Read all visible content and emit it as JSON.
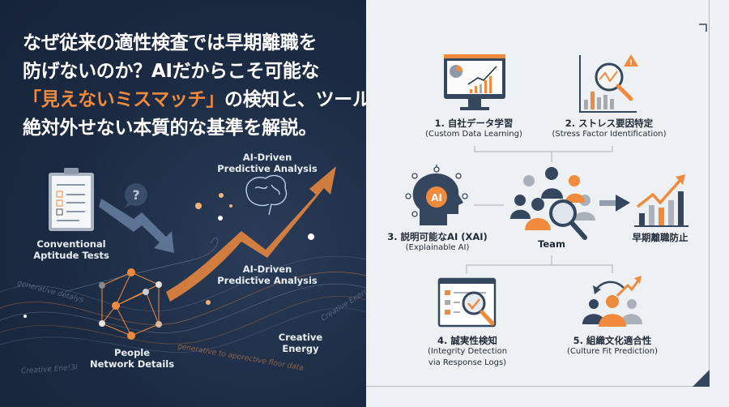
{
  "headline": {
    "line1": "なぜ従来の適性検査では早期離職を",
    "line2": "防げないのか？AIだからこそ可能な",
    "line3_highlight": "「見えないミスマッチ」",
    "line3_rest": "の検知と、ツール選定で",
    "line4": "絶対外せない本質的な基準を解説。"
  },
  "left_illustration": {
    "labels": {
      "conventional": [
        "Conventional",
        "Aptitude Tests"
      ],
      "ai_top": [
        "AI-Driven",
        "Predictive Analysis"
      ],
      "ai_mid": [
        "AI-Driven",
        "Predictive Analysis"
      ],
      "creative": [
        "Creative",
        "Energy"
      ],
      "people": [
        "People",
        "Network Details"
      ]
    },
    "faint_texts": [
      "generative detalys",
      "Creative Energy",
      "Creative Ene!3I",
      "generative to aporective floor data"
    ],
    "icons": [
      "clipboard-checklist-icon",
      "question-bubble-icon",
      "down-trend-arrow-icon",
      "brain-icon",
      "up-trend-arrow-icon",
      "network-graph-icon"
    ]
  },
  "diagram": {
    "center": {
      "label": "Team",
      "icon": "team-magnifier-icon"
    },
    "nodes": [
      {
        "jp": "1. 自社データ学習",
        "en": [
          "(Custom Data Learning)"
        ],
        "icon": "monitor-chart-icon"
      },
      {
        "jp": "2. ストレス要因特定",
        "en": [
          "(Stress Factor Identification)"
        ],
        "icon": "chart-magnifier-warning-icon"
      },
      {
        "jp": "3. 説明可能なAI (XAI)",
        "en": [
          "(Explainable AI)"
        ],
        "icon": "ai-head-icon"
      },
      {
        "jp": "4. 誠実性検知",
        "en": [
          "(Integrity Detection",
          "via Response Logs)"
        ],
        "icon": "window-check-magnifier-icon"
      },
      {
        "jp": "5. 組織文化適合性",
        "en": [
          "(Culture Fit Prediction)"
        ],
        "icon": "people-cycle-growth-icon"
      }
    ],
    "outcome": {
      "label": "早期離職防止",
      "icon": "growth-bar-chart-icon"
    }
  },
  "colors": {
    "navy": "#1b2a42",
    "orange": "#f08a3c",
    "slate": "#34475f",
    "gray": "#9aa3ad",
    "light_bg": "#eef1f4"
  }
}
